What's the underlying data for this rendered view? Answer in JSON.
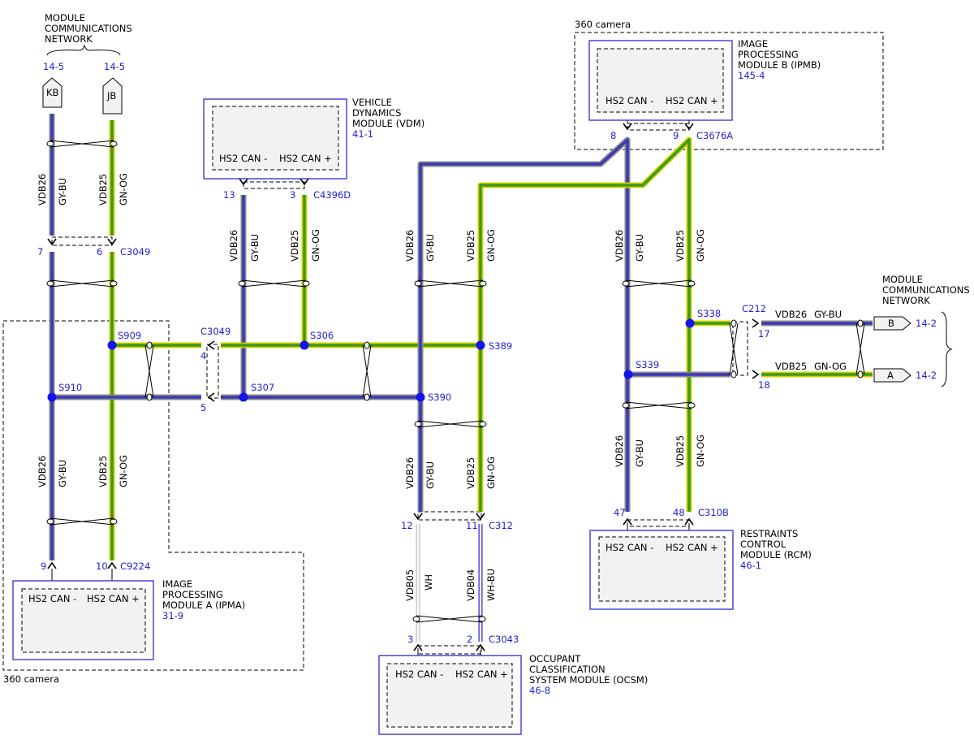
{
  "colors": {
    "gy_bu_core": "#3a3ab8",
    "gy_bu_edge": "#8a8a8a",
    "gn_og_core": "#3b9a1a",
    "gn_og_edge": "#d8d000",
    "wh": "#bdbdbd",
    "wh_bu": "#2a2ad0",
    "label_blue": "#1f1fd6"
  },
  "modules": {
    "mcn_top": {
      "line1": "MODULE",
      "line2": "COMMUNICATIONS",
      "line3": "NETWORK"
    },
    "mcn_right": {
      "line1": "MODULE",
      "line2": "COMMUNICATIONS",
      "line3": "NETWORK"
    },
    "vdm": {
      "line1": "VEHICLE",
      "line2": "DYNAMICS",
      "line3": "MODULE (VDM)",
      "ref": "41-1",
      "pin_minus": "HS2 CAN -",
      "pin_plus": "HS2 CAN +"
    },
    "ipmb": {
      "line1": "IMAGE",
      "line2": "PROCESSING",
      "line3": "MODULE B (IPMB)",
      "ref": "145-4",
      "pin_minus": "HS2 CAN -",
      "pin_plus": "HS2 CAN +"
    },
    "ipma": {
      "line1": "IMAGE",
      "line2": "PROCESSING",
      "line3": "MODULE A (IPMA)",
      "ref": "31-9",
      "pin_minus": "HS2 CAN -",
      "pin_plus": "HS2 CAN +"
    },
    "rcm": {
      "line1": "RESTRAINTS",
      "line2": "CONTROL",
      "line3": "MODULE (RCM)",
      "ref": "46-1",
      "pin_minus": "HS2 CAN -",
      "pin_plus": "HS2 CAN +"
    },
    "ocsm": {
      "line1": "OCCUPANT",
      "line2": "CLASSIFICATION",
      "line3": "SYSTEM MODULE (OCSM)",
      "ref": "46-8",
      "pin_minus": "HS2 CAN -",
      "pin_plus": "HS2 CAN +"
    }
  },
  "camera_labels": {
    "top": "360 camera",
    "bottom": "360 camera"
  },
  "terminals": {
    "kb": {
      "label": "KB",
      "ref": "14-5"
    },
    "jb": {
      "label": "JB",
      "ref": "14-5"
    },
    "b": {
      "label": "B",
      "ref": "14-2"
    },
    "a": {
      "label": "A",
      "ref": "14-2"
    }
  },
  "connectors": {
    "c3049_top": "C3049",
    "c4396d": "C4396D",
    "c3676a": "C3676A",
    "c3049_mid": "C3049",
    "c212": "C212",
    "c9224": "C9224",
    "c312": "C312",
    "c310b": "C310B",
    "c3043": "C3043"
  },
  "pins": {
    "p7": "7",
    "p6": "6",
    "p13": "13",
    "p3_vdm": "3",
    "p8": "8",
    "p9_ipmb": "9",
    "p4": "4",
    "p5": "5",
    "p17": "17",
    "p18": "18",
    "p9_ipma": "9",
    "p10": "10",
    "p12": "12",
    "p11": "11",
    "p47": "47",
    "p48": "48",
    "p3_ocsm": "3",
    "p2": "2"
  },
  "splices": {
    "s909": "S909",
    "s910": "S910",
    "s306": "S306",
    "s307": "S307",
    "s389": "S389",
    "s390": "S390",
    "s338": "S338",
    "s339": "S339"
  },
  "circuits": {
    "vdb26": "VDB26",
    "gy_bu": "GY-BU",
    "vdb25": "VDB25",
    "gn_og": "GN-OG",
    "vdb05": "VDB05",
    "wh": "WH",
    "vdb04": "VDB04",
    "wh_bu": "WH-BU"
  }
}
